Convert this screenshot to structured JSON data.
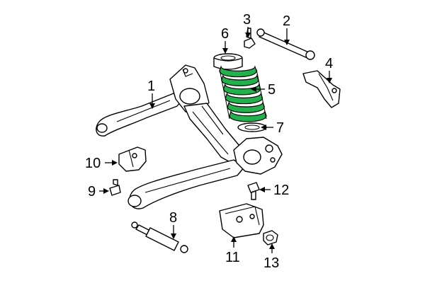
{
  "callouts": {
    "c1": "1",
    "c2": "2",
    "c3": "3",
    "c4": "4",
    "c5": "5",
    "c6": "6",
    "c7": "7",
    "c8": "8",
    "c9": "9",
    "c10": "10",
    "c11": "11",
    "c12": "12",
    "c13": "13"
  },
  "colors": {
    "spring": "#22b14c",
    "line": "#000000",
    "background": "#ffffff"
  }
}
